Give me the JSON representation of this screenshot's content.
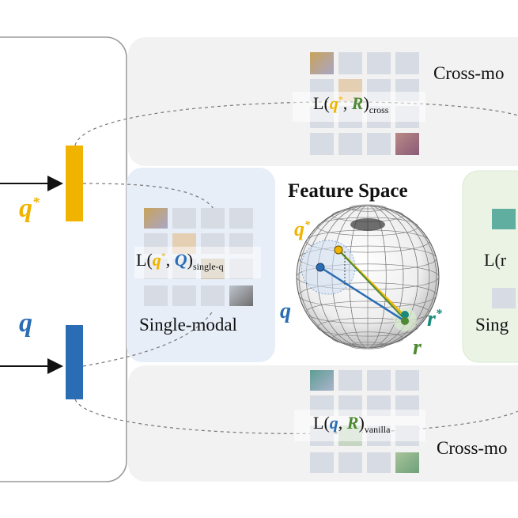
{
  "colors": {
    "q": "#2a6db5",
    "q_star": "#f0b400",
    "r": "#4e8a34",
    "r_star": "#1a8a7a",
    "single_panel": "#e7eef8",
    "single_r_panel": "#eaf3e4",
    "cross_panel": "#f2f2f2",
    "grid_cell": "#d7dbe3"
  },
  "labels": {
    "q_star": "q",
    "q_star_mark": "*",
    "q": "q",
    "feature_space": "Feature Space",
    "sphere_q_star": "q",
    "sphere_q_star_mark": "*",
    "sphere_q": "q",
    "sphere_r_star": "r",
    "sphere_r_star_mark": "*",
    "sphere_r": "r",
    "single_modal": "Single-modal",
    "single_right_partial": "Sing",
    "cross_top_partial": "Cross-mo",
    "cross_bottom_partial": "Cross-mo",
    "right_loss_partial": "L(r"
  },
  "losses": {
    "cross": {
      "L": "L(",
      "a": "q",
      "a_mark": "*",
      "comma": ", ",
      "b": "R",
      "close": ")",
      "sub": "cross"
    },
    "single": {
      "L": "L(",
      "a": "q",
      "a_mark": "*",
      "comma": ", ",
      "b": "Q",
      "close": ")",
      "sub": "single-q"
    },
    "vanilla": {
      "L": "L(",
      "a": "q",
      "comma": ", ",
      "b": "R",
      "close": ")",
      "sub": "vanilla"
    }
  }
}
